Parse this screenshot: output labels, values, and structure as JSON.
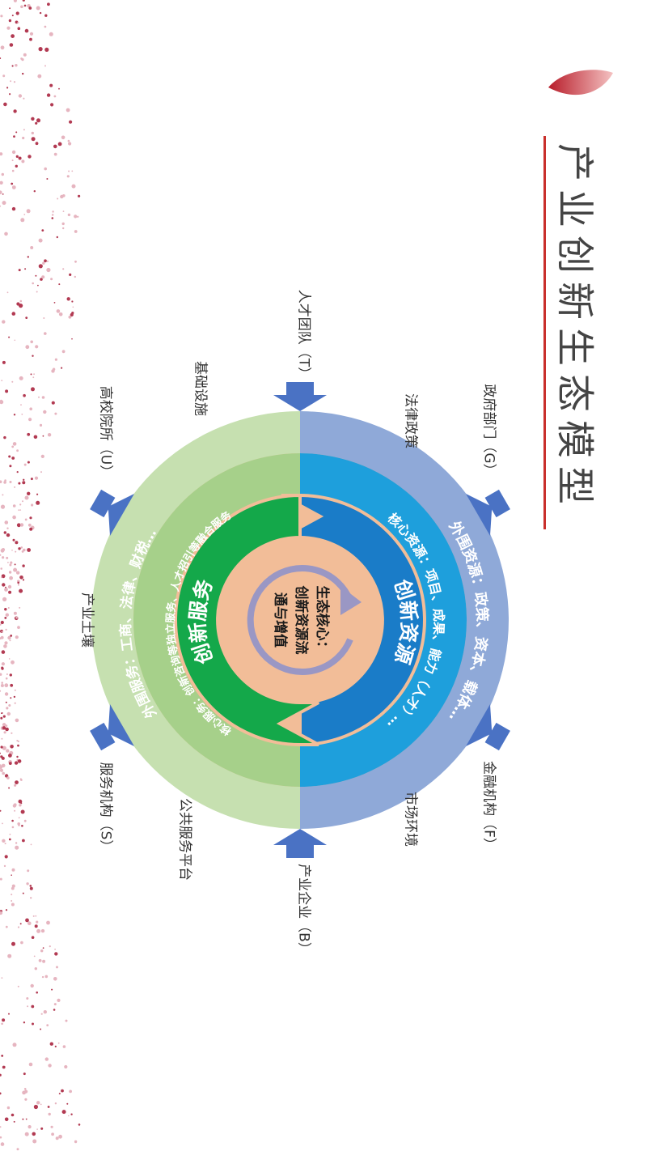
{
  "title": "产业创新生态模型",
  "core": {
    "line1": "生态核心：",
    "line2": "创新资源流",
    "line3": "通与增值"
  },
  "rings": {
    "resource_title": "创新资源",
    "service_title": "创新服务",
    "core_resources": "核心资源：项目、成果、能力（人才）…",
    "peripheral_resources": "外围资源：政策、资本、载体…",
    "core_services": "核心服务：创新咨询等独立服务、人才招引等融合服务",
    "peripheral_services": "外围服务：工商、法律、财税…"
  },
  "actors": {
    "government": "政府部门（G）",
    "finance": "金融机构（F）",
    "talent": "人才团队（T）",
    "enterprise": "产业企业（B）",
    "university": "高校院所（U）",
    "service_org": "服务机构（S）"
  },
  "environment": {
    "legal_policy": "法律政策",
    "market": "市场环境",
    "infrastructure": "基础设施",
    "public_platform": "公共服务平台",
    "industrial_soil": "产业土壤"
  },
  "colors": {
    "hexagon": "#f2bd98",
    "resource_outer": "#8fa9d8",
    "resource_inner": "#1e9fdc",
    "resource_arrow": "#1a7cc8",
    "service_outer": "#c6e0b0",
    "service_inner": "#a6d08a",
    "service_arrow": "#14a84a",
    "arrow_blue": "#4a72c4",
    "title_rule": "#c9302c"
  }
}
